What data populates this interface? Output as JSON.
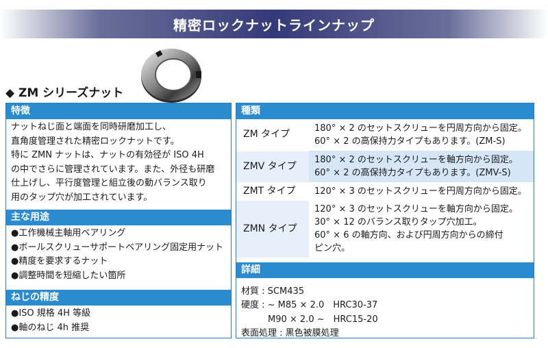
{
  "banner": {
    "title": "精密ロックナットラインナップ"
  },
  "series": {
    "title": "◆ ZM シリーズナット"
  },
  "features": {
    "header": "特徴",
    "lines": [
      "ナットねじ面と端面を同時研磨加工し、",
      "直角度管理された精密ロックナットです。",
      "特に ZMN ナットは、ナットの有効径が ISO 4H",
      "の中でさらに管理されています。また、外径も研磨",
      "仕上げし、平行度管理と組立後の動バランス取り",
      "用のタップ穴が加工されています。"
    ]
  },
  "uses": {
    "header": "主な用途",
    "lines": [
      "●工作機械主軸用ベアリング",
      "●ボールスクリューサポートベアリング固定用ナット",
      "●精度を要求するナット",
      "●調整時間を短縮したい箇所"
    ]
  },
  "accuracy": {
    "header": "ねじの精度",
    "lines": [
      "●ISO 規格 4H 等級",
      "●軸のねじ 4h 推奨"
    ]
  },
  "types": {
    "header": "種類",
    "rows": [
      {
        "name": "ZM タイプ",
        "lines": [
          "180° × 2 のセットスクリューを円周方向から固定。",
          "60° × 2 の高保持力タイプもあります。(ZM-S)"
        ]
      },
      {
        "name": "ZMV タイプ",
        "lines": [
          "180° × 2 のセットスクリューを軸方向から固定。",
          "60° × 2 の高保持力タイプもあります。(ZMV-S)"
        ]
      },
      {
        "name": "ZMT タイプ",
        "lines": [
          "120° × 3 のセットスクリューを円周方向から固定。"
        ]
      },
      {
        "name": "ZMN タイプ",
        "lines": [
          "120° × 3 のセットスクリューを軸方向から固定。",
          "30° × 12 のバランス取りタップ穴加工。",
          "60° × 6 の軸方向、および円周方向からの締付",
          "ピン穴。"
        ]
      }
    ]
  },
  "details": {
    "header": "詳細",
    "lines": [
      "材質 : SCM435",
      "硬度 : ~ M85 × 2.0　HRC30-37",
      "　　　M90 × 2.0 ~　HRC15-20",
      "表面処理 : 黒色被膜処理"
    ]
  }
}
